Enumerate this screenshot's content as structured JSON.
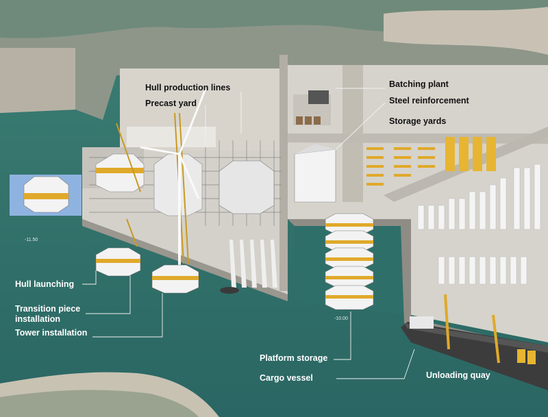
{
  "labels": {
    "hull_production_lines": "Hull production lines",
    "precast_yard": "Precast yard",
    "batching_plant": "Batching plant",
    "steel_reinforcement": "Steel reinforcement",
    "storage_yards": "Storage yards",
    "hull_launching": "Hull launching",
    "transition_piece_installation_1": "Transition piece",
    "transition_piece_installation_2": "installation",
    "tower_installation": "Tower installation",
    "platform_storage": "Platform storage",
    "cargo_vessel": "Cargo vessel",
    "unloading_quay": "Unloading quay"
  },
  "depths": {
    "launch_depth": "-11.50",
    "storage_depth": "-10.00"
  },
  "colors": {
    "sea": "#2f6f6a",
    "yard": "#d9d6d0",
    "land": "#7b8a7a",
    "hull_yellow": "#e0a92a",
    "hull_white": "#f2f2f2"
  }
}
